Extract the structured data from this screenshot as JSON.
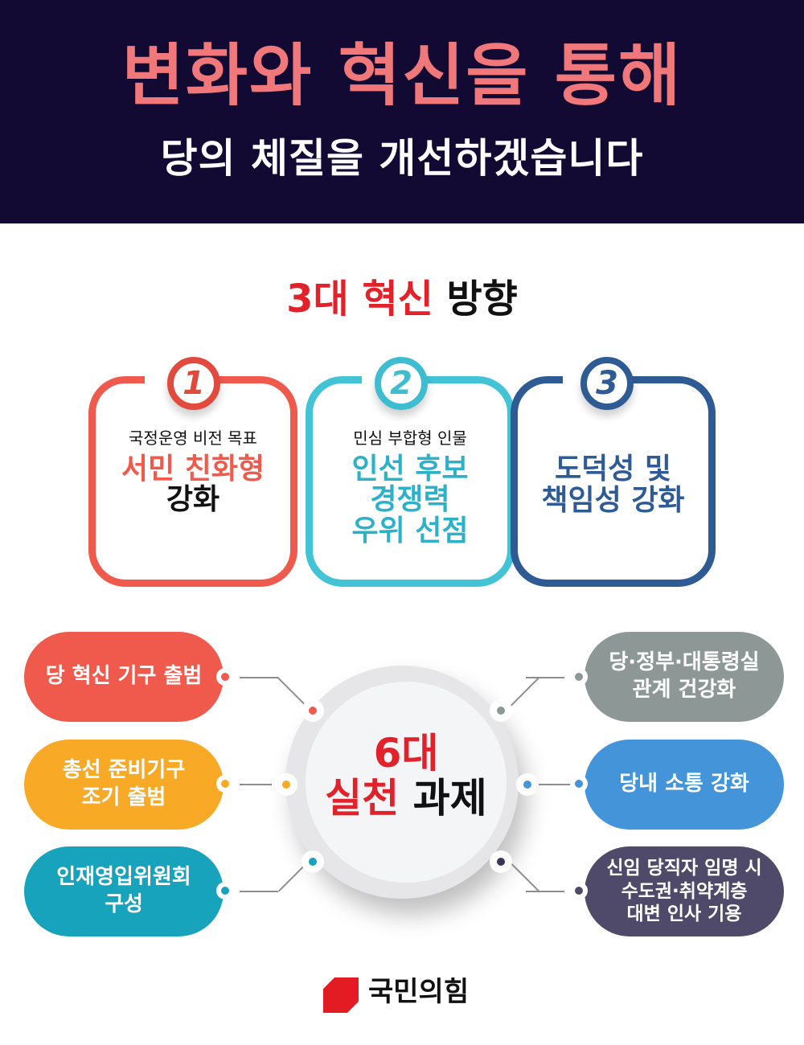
{
  "header": {
    "title": "변화와 혁신을 통해",
    "subtitle": "당의 체질을 개선하겠습니다",
    "bg_color": "#120a33",
    "title_color": "#f0777a"
  },
  "directions": {
    "title_red": "3대 혁신",
    "title_black": "방향",
    "cards": [
      {
        "number": "1",
        "color": "#ef5a4c",
        "line1": "국정운영 비전 목표",
        "line2": "서민 친화형",
        "line3": "강화"
      },
      {
        "number": "2",
        "color": "#43c4d6",
        "line1": "민심 부합형 인물",
        "line2": "인선 후보",
        "line3": "경쟁력",
        "line4": "우위 선점"
      },
      {
        "number": "3",
        "color": "#2e5b94",
        "line1": "도덕성 및",
        "line2": "책임성 강화"
      }
    ]
  },
  "tasks": {
    "center_line1": "6대",
    "center_red": "실천",
    "center_black": "과제",
    "left": [
      {
        "label": "당 혁신 기구 출범",
        "color": "#ef5a4c"
      },
      {
        "label_1": "총선 준비기구",
        "label_2": "조기 출범",
        "color": "#f8a925"
      },
      {
        "label_1": "인재영입위원회",
        "label_2": "구성",
        "color": "#16a3bb"
      }
    ],
    "right": [
      {
        "label_1": "당·정부·대통령실",
        "label_2": "관계 건강화",
        "color": "#8d9896"
      },
      {
        "label": "당내 소통 강화",
        "color": "#4394d8"
      },
      {
        "label_1": "신임 당직자 임명 시",
        "label_2": "수도권·취약계층",
        "label_3": "대변 인사 기용",
        "color": "#4f4a69"
      }
    ]
  },
  "footer": {
    "logo_text": "국민의힘",
    "logo_color": "#e31b23"
  }
}
